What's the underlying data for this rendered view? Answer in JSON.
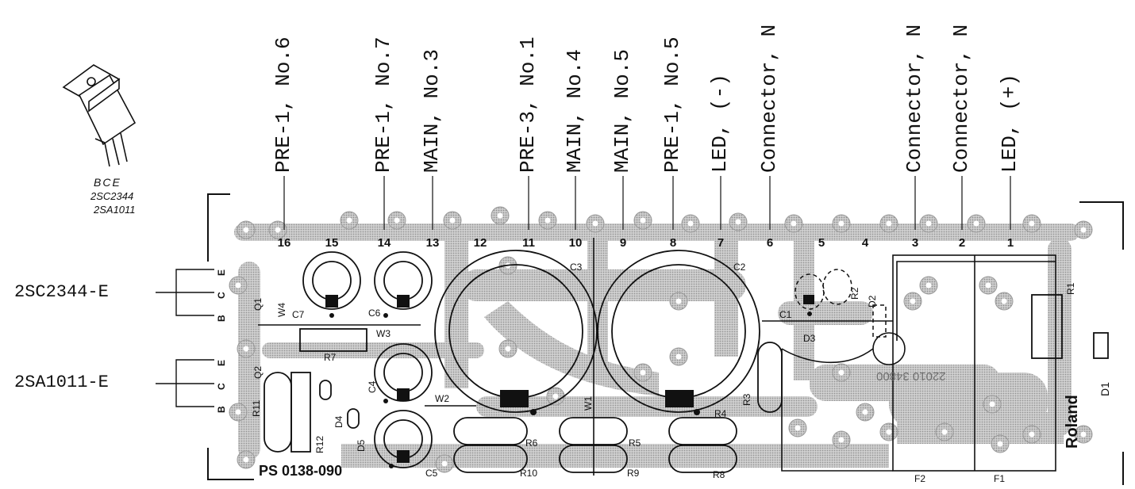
{
  "transistor_icon": {
    "pins": "BCE",
    "part_a": "2SC2344",
    "part_b": "2SA1011"
  },
  "transistor_labels": [
    {
      "name": "2SC2344-E",
      "pins": [
        "E",
        "C",
        "B"
      ],
      "ref": "Q1"
    },
    {
      "name": "2SA1011-E",
      "pins": [
        "E",
        "C",
        "B"
      ],
      "ref": "Q2"
    }
  ],
  "connections": [
    {
      "num": "16",
      "label": "PRE-1, No.6"
    },
    {
      "num": "15",
      "label": ""
    },
    {
      "num": "14",
      "label": "PRE-1, No.7"
    },
    {
      "num": "13",
      "label": "MAIN, No.3"
    },
    {
      "num": "12",
      "label": ""
    },
    {
      "num": "11",
      "label": "PRE-3, No.1"
    },
    {
      "num": "10",
      "label": "MAIN, No.4"
    },
    {
      "num": "9",
      "label": "MAIN, No.5"
    },
    {
      "num": "8",
      "label": "PRE-1, No.5"
    },
    {
      "num": "7",
      "label": "LED, (-)"
    },
    {
      "num": "6",
      "label": "Connector, N"
    },
    {
      "num": "5",
      "label": ""
    },
    {
      "num": "4",
      "label": ""
    },
    {
      "num": "3",
      "label": "Connector, N"
    },
    {
      "num": "2",
      "label": "Connector, N"
    },
    {
      "num": "1",
      "label": "LED, (+)"
    }
  ],
  "components": {
    "q1": "Q1",
    "q2": "Q2",
    "w1": "W1",
    "w2": "W2",
    "w3": "W3",
    "w4": "W4",
    "c1": "C1",
    "c2": "C2",
    "c3": "C3",
    "c4": "C4",
    "c5": "C5",
    "c6": "C6",
    "c7": "C7",
    "r1": "R1",
    "r2": "R2",
    "r3": "R3",
    "r4": "R4",
    "r5": "R5",
    "r6": "R6",
    "r7": "R7",
    "r8": "R8",
    "r9": "R9",
    "r10": "R10",
    "r11": "R11",
    "r12": "R12",
    "d1": "D1",
    "d2": "D2",
    "d3": "D3",
    "d4": "D4",
    "d5": "D5",
    "f1": "F1",
    "f2": "F2"
  },
  "board_part_number": "PS 0138-090",
  "brand": "Roland",
  "mirrored_code": "22010 34800"
}
